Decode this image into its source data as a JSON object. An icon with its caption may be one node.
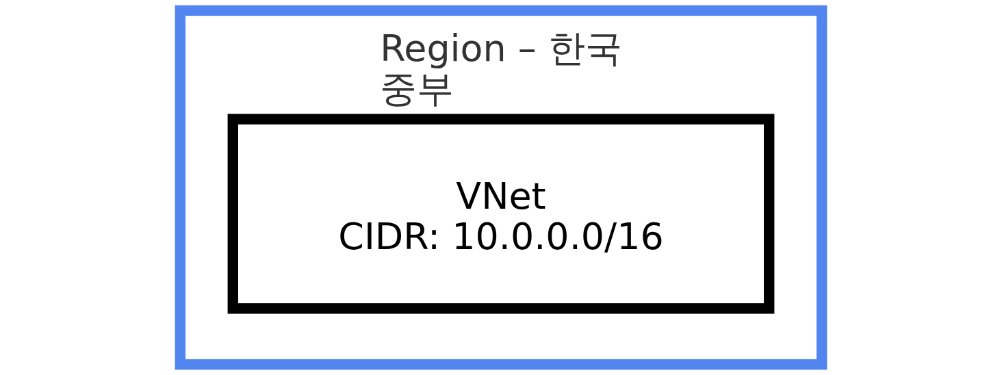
{
  "diagram": {
    "nodes": [
      {
        "text": [
          "Region – 한국 중부"
        ]
      },
      {
        "text": [
          "VNet",
          "CIDR: 10.0.0.0/16"
        ],
        "in": 0
      }
    ],
    "edges": []
  }
}
